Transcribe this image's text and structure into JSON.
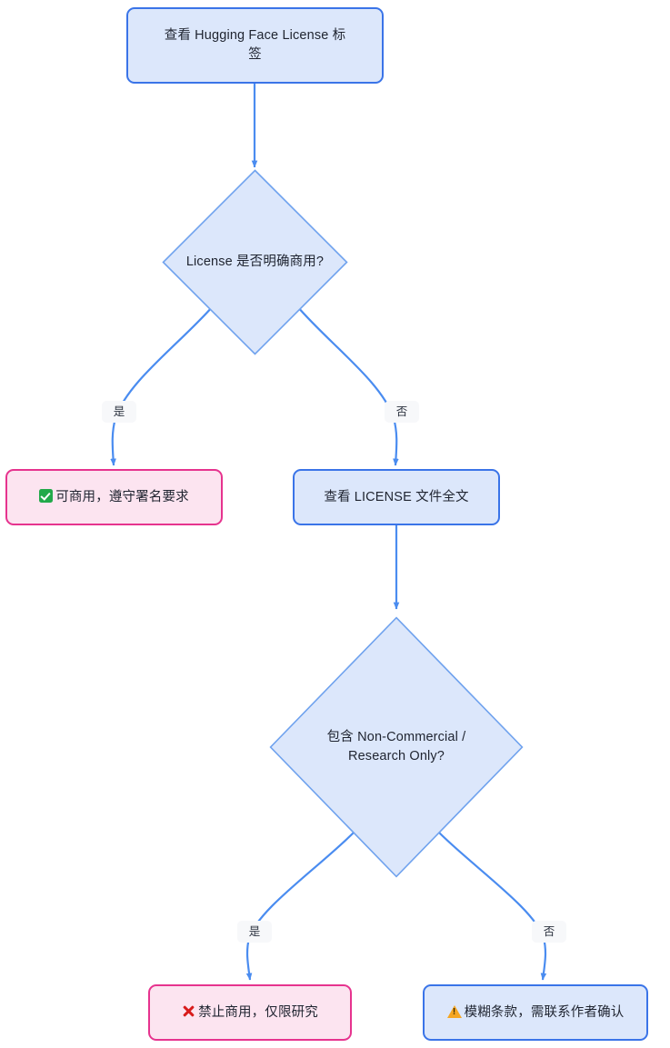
{
  "diagram": {
    "type": "flowchart",
    "direction": "top-down",
    "background_color": "#ffffff",
    "styles": {
      "process_fill": "#dce7fb",
      "process_stroke": "#3a74e8",
      "decision_fill": "#dce7fb",
      "decision_stroke": "#6fa2ee",
      "terminal_pink_fill": "#fce4f0",
      "terminal_pink_stroke": "#e6338e",
      "edge_color": "#4a8cf0",
      "text_color": "#1f2430",
      "edge_label_bg": "#f7f8fa"
    },
    "nodes": [
      {
        "id": "start",
        "shape": "rounded-rect",
        "style": "process",
        "text": "查看 Hugging Face License 标签",
        "line1": "查看 Hugging Face License 标",
        "line2": "签"
      },
      {
        "id": "decision1",
        "shape": "diamond",
        "style": "decision",
        "text": "License 是否明确商用?"
      },
      {
        "id": "ok_commercial",
        "shape": "rounded-rect",
        "style": "terminal-pink",
        "icon": "white-check-mark",
        "text": "可商用，遵守署名要求"
      },
      {
        "id": "read_license",
        "shape": "rounded-rect",
        "style": "process",
        "text": "查看 LICENSE 文件全文"
      },
      {
        "id": "decision2",
        "shape": "diamond",
        "style": "decision",
        "text": "包含 Non-Commercial / Research Only?",
        "line1": "包含 Non-Commercial /",
        "line2": "Research Only?"
      },
      {
        "id": "forbidden",
        "shape": "rounded-rect",
        "style": "terminal-pink",
        "icon": "cross-mark",
        "text": "禁止商用，仅限研究"
      },
      {
        "id": "ambiguous",
        "shape": "rounded-rect",
        "style": "process",
        "icon": "warning-sign",
        "text": "模糊条款，需联系作者确认"
      }
    ],
    "edges": [
      {
        "from": "start",
        "to": "decision1",
        "label": ""
      },
      {
        "from": "decision1",
        "to": "ok_commercial",
        "label": "是"
      },
      {
        "from": "decision1",
        "to": "read_license",
        "label": "否"
      },
      {
        "from": "read_license",
        "to": "decision2",
        "label": ""
      },
      {
        "from": "decision2",
        "to": "forbidden",
        "label": "是"
      },
      {
        "from": "decision2",
        "to": "ambiguous",
        "label": "否"
      }
    ]
  }
}
